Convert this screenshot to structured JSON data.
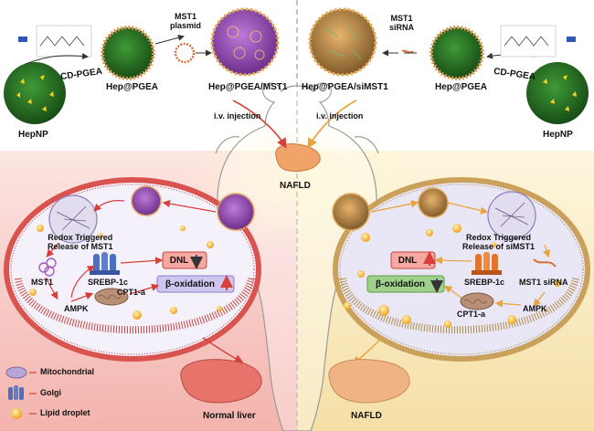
{
  "top": {
    "left_np": "HepNP",
    "left_cd": "CD-PGEA",
    "left_hep_pgea": "Hep@PGEA",
    "mst1_plasmid": "MST1\nplasmid",
    "center_left": "Hep@PGEA/MST1",
    "center_right": "Hep@PGEA/siMST1",
    "mst1_sirna": "MST1\nsiRNA",
    "right_cd": "CD-PGEA",
    "right_hep_pgea": "Hep@PGEA",
    "right_np": "HepNP",
    "iv_left": "i.v. injection",
    "iv_right": "i.v. injection",
    "nafld_center": "NAFLD"
  },
  "left_cell": {
    "redox": "Redox Triggered\nRelease of MST1",
    "mst1": "MST1",
    "srebp": "SREBP-1c",
    "dnl": "DNL",
    "ampk": "AMPK",
    "cpt1a": "CPT1-a",
    "beta_ox": "β-oxidation"
  },
  "right_cell": {
    "redox": "Redox Triggered\nRelease of siMST1",
    "dnl": "DNL",
    "beta_ox": "β-oxidation",
    "srebp": "SREBP-1c",
    "mst1_sirna": "MST1 siRNA",
    "ampk": "AMPK",
    "cpt1a": "CPT1-a"
  },
  "legend": {
    "mitochondrial": "Mitochondrial",
    "golgi": "Golgi",
    "lipid": "Lipid droplet"
  },
  "bottom": {
    "normal_liver": "Normal liver",
    "nafld": "NAFLD"
  },
  "colors": {
    "left_bg": "#f6c9c4",
    "right_bg": "#f8ebc4",
    "np_green": "#2f7a2a",
    "membrane_red": "#d9534f",
    "membrane_tan": "#c9a15a",
    "nucleus": "#7a5fa8",
    "lipid": "#f6b93b",
    "dnl_box": "#f7a8a0",
    "beta_box_left": "#cfc6f0",
    "beta_box_right": "#9fd18c",
    "liver_left": "#e8736a",
    "liver_right": "#f0b384"
  }
}
